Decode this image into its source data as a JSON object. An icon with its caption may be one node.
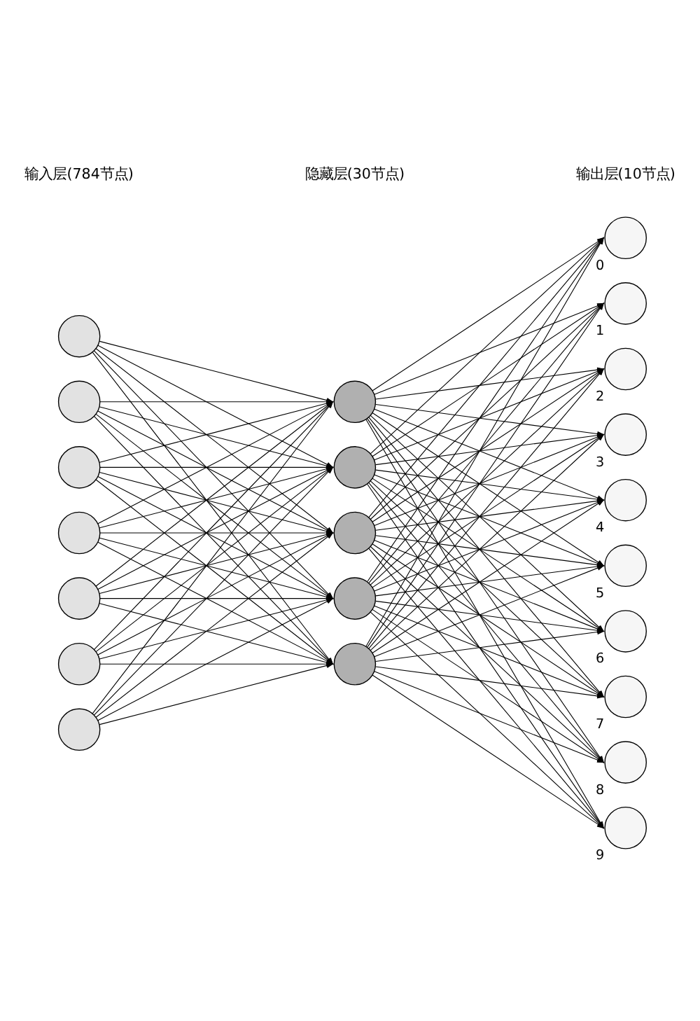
{
  "diagram": {
    "nodes": [
      {
        "text": [],
        "shape": "circle"
      },
      {
        "text": [],
        "shape": "circle"
      },
      {
        "text": [],
        "shape": "circle"
      },
      {
        "text": [],
        "shape": "circle"
      },
      {
        "text": [],
        "shape": "circle"
      },
      {
        "text": [],
        "shape": "circle"
      },
      {
        "text": [],
        "shape": "circle"
      },
      {
        "text": [],
        "shape": "circle"
      },
      {
        "text": [],
        "shape": "circle"
      },
      {
        "text": [],
        "shape": "circle"
      },
      {
        "text": [],
        "shape": "circle"
      },
      {
        "text": [],
        "shape": "circle"
      },
      {
        "text": [],
        "shape": "circle",
        "beside": [
          "0"
        ]
      },
      {
        "text": [],
        "shape": "circle",
        "beside": [
          "1"
        ]
      },
      {
        "text": [],
        "shape": "circle",
        "beside": [
          "2"
        ]
      },
      {
        "text": [],
        "shape": "circle",
        "beside": [
          "3"
        ]
      },
      {
        "text": [],
        "shape": "circle",
        "beside": [
          "4"
        ]
      },
      {
        "text": [],
        "shape": "circle",
        "beside": [
          "5"
        ]
      },
      {
        "text": [],
        "shape": "circle",
        "beside": [
          "6"
        ]
      },
      {
        "text": [],
        "shape": "circle",
        "beside": [
          "7"
        ]
      },
      {
        "text": [],
        "shape": "circle",
        "beside": [
          "8"
        ]
      },
      {
        "text": [],
        "shape": "circle",
        "beside": [
          "9"
        ]
      }
    ],
    "edges": [
      {
        "from": 0,
        "to": 7,
        "arrow": "to"
      },
      {
        "from": 0,
        "to": 8,
        "arrow": "to"
      },
      {
        "from": 0,
        "to": 9,
        "arrow": "to"
      },
      {
        "from": 0,
        "to": 10,
        "arrow": "to"
      },
      {
        "from": 0,
        "to": 11,
        "arrow": "to"
      },
      {
        "from": 1,
        "to": 7,
        "arrow": "to"
      },
      {
        "from": 1,
        "to": 8,
        "arrow": "to"
      },
      {
        "from": 1,
        "to": 9,
        "arrow": "to"
      },
      {
        "from": 1,
        "to": 10,
        "arrow": "to"
      },
      {
        "from": 1,
        "to": 11,
        "arrow": "to"
      },
      {
        "from": 2,
        "to": 7,
        "arrow": "to"
      },
      {
        "from": 2,
        "to": 8,
        "arrow": "to"
      },
      {
        "from": 2,
        "to": 9,
        "arrow": "to"
      },
      {
        "from": 2,
        "to": 10,
        "arrow": "to"
      },
      {
        "from": 2,
        "to": 11,
        "arrow": "to"
      },
      {
        "from": 3,
        "to": 7,
        "arrow": "to"
      },
      {
        "from": 3,
        "to": 8,
        "arrow": "to"
      },
      {
        "from": 3,
        "to": 9,
        "arrow": "to"
      },
      {
        "from": 3,
        "to": 10,
        "arrow": "to"
      },
      {
        "from": 3,
        "to": 11,
        "arrow": "to"
      },
      {
        "from": 4,
        "to": 7,
        "arrow": "to"
      },
      {
        "from": 4,
        "to": 8,
        "arrow": "to"
      },
      {
        "from": 4,
        "to": 9,
        "arrow": "to"
      },
      {
        "from": 4,
        "to": 10,
        "arrow": "to"
      },
      {
        "from": 4,
        "to": 11,
        "arrow": "to"
      },
      {
        "from": 5,
        "to": 7,
        "arrow": "to"
      },
      {
        "from": 5,
        "to": 8,
        "arrow": "to"
      },
      {
        "from": 5,
        "to": 9,
        "arrow": "to"
      },
      {
        "from": 5,
        "to": 10,
        "arrow": "to"
      },
      {
        "from": 5,
        "to": 11,
        "arrow": "to"
      },
      {
        "from": 6,
        "to": 7,
        "arrow": "to"
      },
      {
        "from": 6,
        "to": 8,
        "arrow": "to"
      },
      {
        "from": 6,
        "to": 9,
        "arrow": "to"
      },
      {
        "from": 6,
        "to": 10,
        "arrow": "to"
      },
      {
        "from": 6,
        "to": 11,
        "arrow": "to"
      },
      {
        "from": 7,
        "to": 12,
        "arrow": "to"
      },
      {
        "from": 7,
        "to": 13,
        "arrow": "to"
      },
      {
        "from": 7,
        "to": 14,
        "arrow": "to"
      },
      {
        "from": 7,
        "to": 15,
        "arrow": "to"
      },
      {
        "from": 7,
        "to": 16,
        "arrow": "to"
      },
      {
        "from": 7,
        "to": 17,
        "arrow": "to"
      },
      {
        "from": 7,
        "to": 18,
        "arrow": "to"
      },
      {
        "from": 7,
        "to": 19,
        "arrow": "to"
      },
      {
        "from": 7,
        "to": 20,
        "arrow": "to"
      },
      {
        "from": 7,
        "to": 21,
        "arrow": "to"
      },
      {
        "from": 8,
        "to": 12,
        "arrow": "to"
      },
      {
        "from": 8,
        "to": 13,
        "arrow": "to"
      },
      {
        "from": 8,
        "to": 14,
        "arrow": "to"
      },
      {
        "from": 8,
        "to": 15,
        "arrow": "to"
      },
      {
        "from": 8,
        "to": 16,
        "arrow": "to"
      },
      {
        "from": 8,
        "to": 17,
        "arrow": "to"
      },
      {
        "from": 8,
        "to": 18,
        "arrow": "to"
      },
      {
        "from": 8,
        "to": 19,
        "arrow": "to"
      },
      {
        "from": 8,
        "to": 20,
        "arrow": "to"
      },
      {
        "from": 8,
        "to": 21,
        "arrow": "to"
      },
      {
        "from": 9,
        "to": 12,
        "arrow": "to"
      },
      {
        "from": 9,
        "to": 13,
        "arrow": "to"
      },
      {
        "from": 9,
        "to": 14,
        "arrow": "to"
      },
      {
        "from": 9,
        "to": 15,
        "arrow": "to"
      },
      {
        "from": 9,
        "to": 16,
        "arrow": "to"
      },
      {
        "from": 9,
        "to": 17,
        "arrow": "to"
      },
      {
        "from": 9,
        "to": 18,
        "arrow": "to"
      },
      {
        "from": 9,
        "to": 19,
        "arrow": "to"
      },
      {
        "from": 9,
        "to": 20,
        "arrow": "to"
      },
      {
        "from": 9,
        "to": 21,
        "arrow": "to"
      },
      {
        "from": 10,
        "to": 12,
        "arrow": "to"
      },
      {
        "from": 10,
        "to": 13,
        "arrow": "to"
      },
      {
        "from": 10,
        "to": 14,
        "arrow": "to"
      },
      {
        "from": 10,
        "to": 15,
        "arrow": "to"
      },
      {
        "from": 10,
        "to": 16,
        "arrow": "to"
      },
      {
        "from": 10,
        "to": 17,
        "arrow": "to"
      },
      {
        "from": 10,
        "to": 18,
        "arrow": "to"
      },
      {
        "from": 10,
        "to": 19,
        "arrow": "to"
      },
      {
        "from": 10,
        "to": 20,
        "arrow": "to"
      },
      {
        "from": 10,
        "to": 21,
        "arrow": "to"
      },
      {
        "from": 11,
        "to": 12,
        "arrow": "to"
      },
      {
        "from": 11,
        "to": 13,
        "arrow": "to"
      },
      {
        "from": 11,
        "to": 14,
        "arrow": "to"
      },
      {
        "from": 11,
        "to": 15,
        "arrow": "to"
      },
      {
        "from": 11,
        "to": 16,
        "arrow": "to"
      },
      {
        "from": 11,
        "to": 17,
        "arrow": "to"
      },
      {
        "from": 11,
        "to": 18,
        "arrow": "to"
      },
      {
        "from": 11,
        "to": 19,
        "arrow": "to"
      },
      {
        "from": 11,
        "to": 20,
        "arrow": "to"
      },
      {
        "from": 11,
        "to": 21,
        "arrow": "to"
      }
    ],
    "labels": [
      "输入层(784节点)",
      "隐藏层(30节点)",
      "输出层(10节点)"
    ]
  }
}
